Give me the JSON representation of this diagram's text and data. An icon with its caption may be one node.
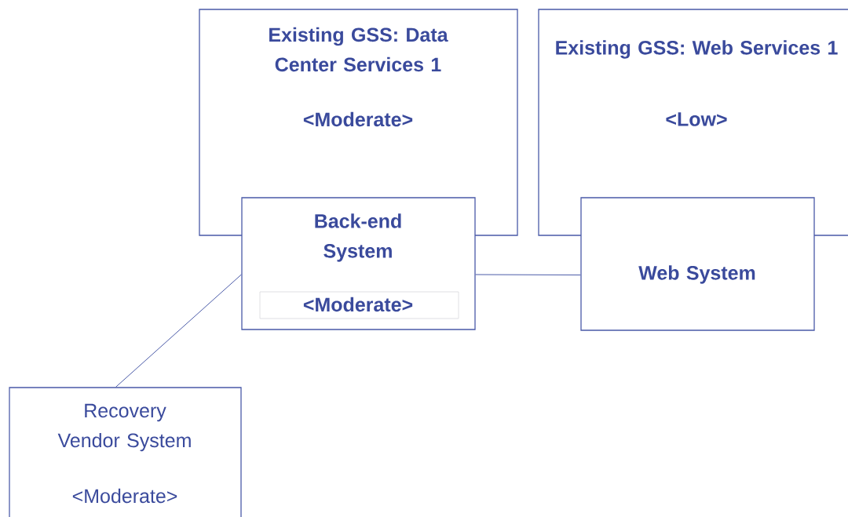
{
  "diagram": {
    "nodes": [
      {
        "text": [
          "Existing GSS: Data Center Services 1",
          "<Moderate>"
        ]
      },
      {
        "text": [
          "Back-end System",
          "<Moderate>"
        ]
      },
      {
        "text": [
          "Existing GSS: Web Services 1",
          "<Low>"
        ]
      },
      {
        "text": [
          "Web System"
        ]
      },
      {
        "text": [
          "Recovery Vendor System",
          "<Moderate>"
        ]
      }
    ],
    "edges": [
      {
        "from": 1,
        "to": 3,
        "arrow": "none"
      },
      {
        "from": 4,
        "to": 1,
        "arrow": "none"
      }
    ]
  }
}
